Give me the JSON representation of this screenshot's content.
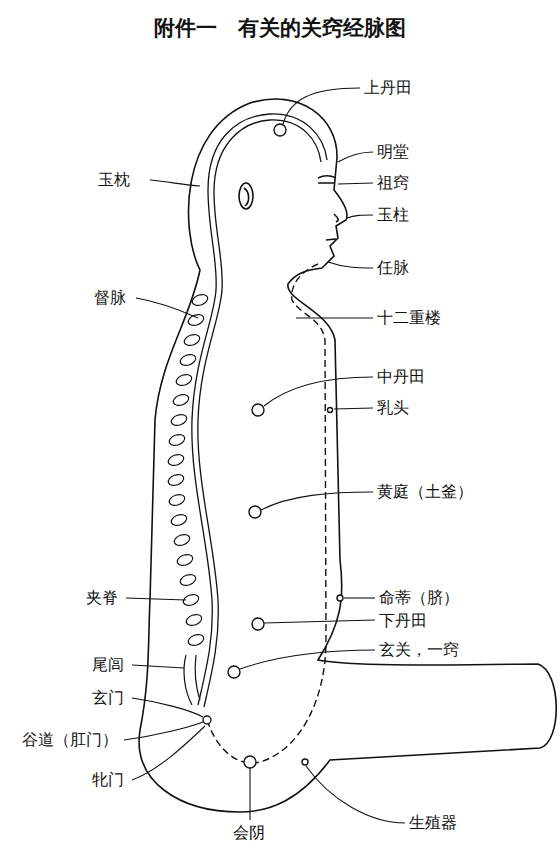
{
  "diagram": {
    "title": "附件一　有关的关窍经脉图",
    "labels": [
      "上丹田",
      "明堂",
      "祖窍",
      "玉柱",
      "任脉",
      "十二重楼",
      "中丹田",
      "乳头",
      "黄庭（土釜）",
      "命蒂（脐）",
      "下丹田",
      "玄关，一窍",
      "玉枕",
      "督脉",
      "夹脊",
      "尾闾",
      "玄门",
      "谷道（肛门）",
      "牝门",
      "会阴",
      "生殖器"
    ]
  }
}
